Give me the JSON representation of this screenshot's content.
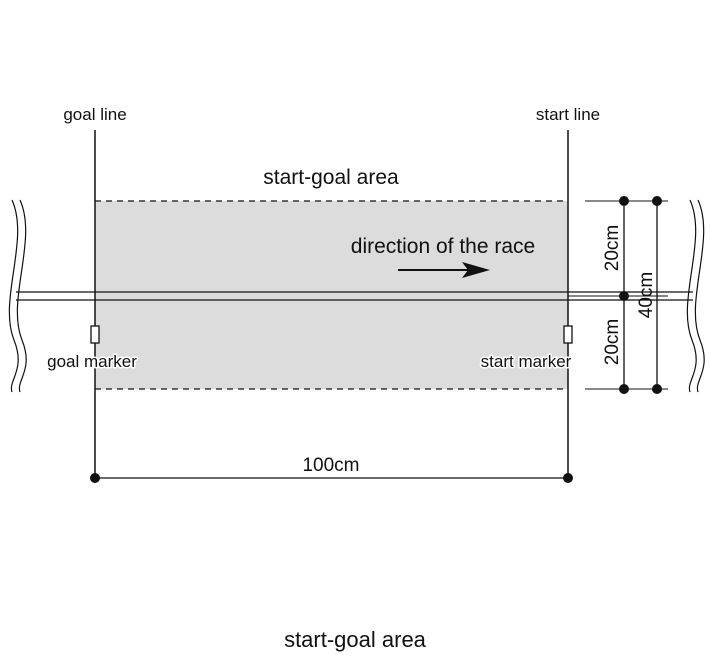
{
  "labels": {
    "goal_line": "goal line",
    "start_line": "start line",
    "area_label": "start-goal area",
    "direction": "direction of the race",
    "goal_marker": "goal marker",
    "start_marker": "start marker",
    "dim_upper": "20cm",
    "dim_lower": "20cm",
    "dim_total": "40cm",
    "dim_length": "100cm",
    "caption": "start-goal area"
  },
  "colors": {
    "area_fill": "#dcdcdc",
    "line": "#111111"
  }
}
